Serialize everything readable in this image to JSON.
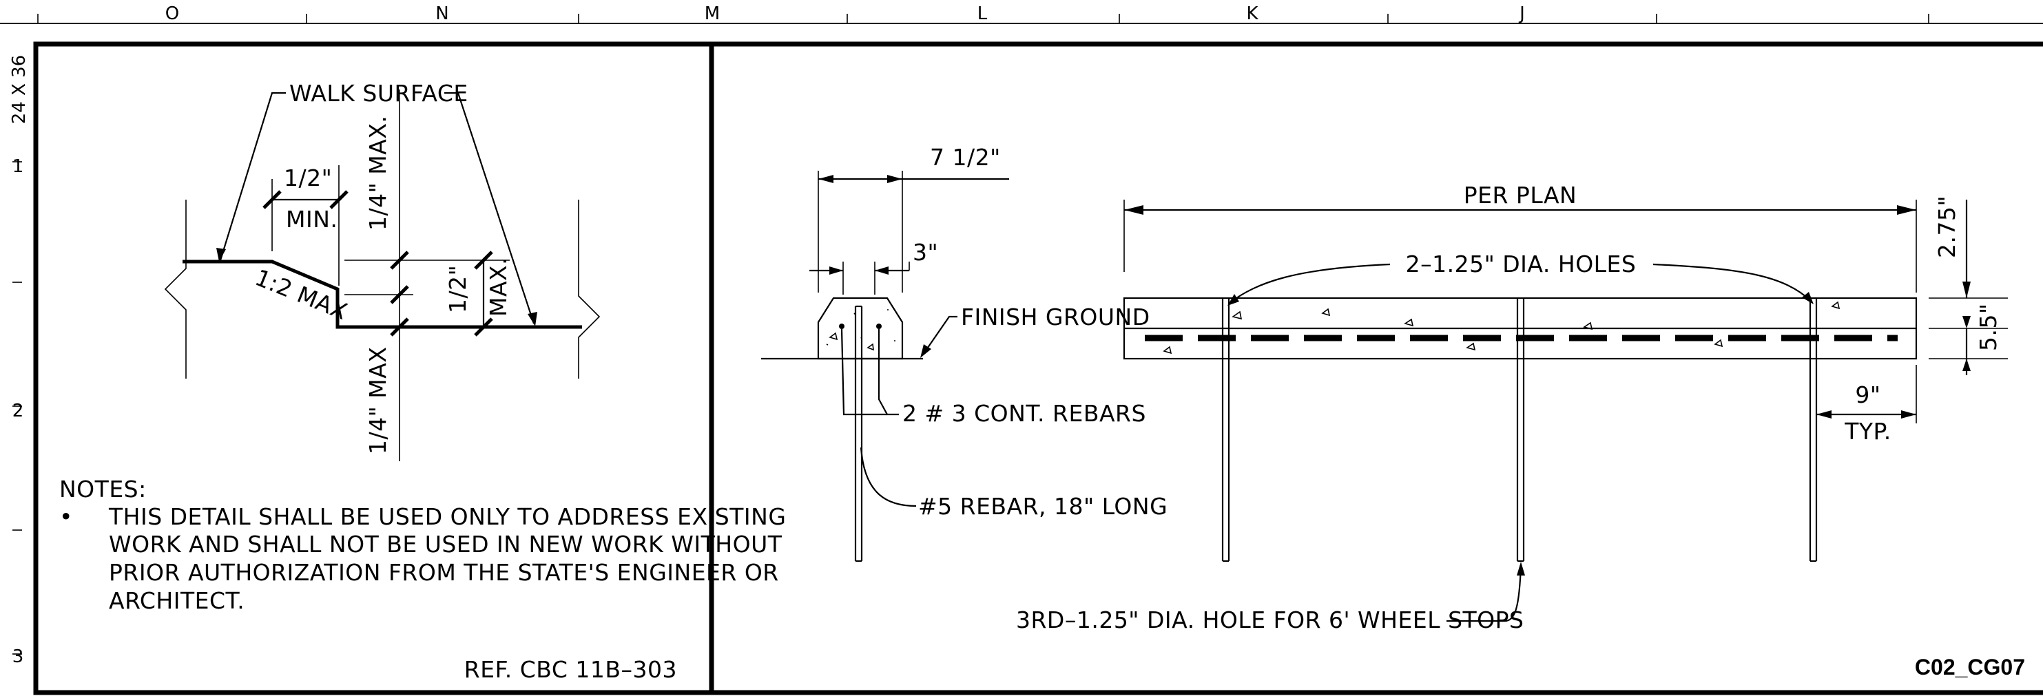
{
  "grid": {
    "columns": [
      "O",
      "N",
      "M",
      "L",
      "K",
      "J"
    ],
    "rows": [
      "1",
      "2",
      "3"
    ],
    "sheet_size": "24 X 36"
  },
  "left_detail": {
    "walk_surface": "WALK SURFACE",
    "min_dim": "1/2\"",
    "min_label": "MIN.",
    "slope": "1:2 MAX",
    "quarter_max_top": "1/4\" MAX.",
    "half_dim": "1/2\"",
    "half_max": "MAX.",
    "quarter_max_bottom": "1/4\" MAX",
    "notes_title": "NOTES:",
    "bullet": "•",
    "note_lines": [
      "THIS DETAIL SHALL BE USED ONLY TO ADDRESS EXISTING",
      "WORK AND SHALL NOT BE USED IN NEW WORK WITHOUT",
      "PRIOR AUTHORIZATION FROM THE STATE'S ENGINEER OR",
      "ARCHITECT."
    ],
    "reference": "REF. CBC 11B–303"
  },
  "section_detail": {
    "width_dim": "7 1/2\"",
    "inset_dim": "3\"",
    "finish_ground": "FINISH GROUND",
    "rebars": "2 # 3 CONT. REBARS",
    "long_rebar": "#5 REBAR, 18\" LONG"
  },
  "elevation_detail": {
    "length": "PER PLAN",
    "holes": "2–1.25\" DIA. HOLES",
    "third_hole": "3RD–1.25\" DIA. HOLE FOR 6' WHEEL STOPS",
    "height_top": "2.75\"",
    "height_total": "5.5\"",
    "end_dim": "9\"",
    "typ": "TYP."
  },
  "sheet_id": "C02_CG07"
}
